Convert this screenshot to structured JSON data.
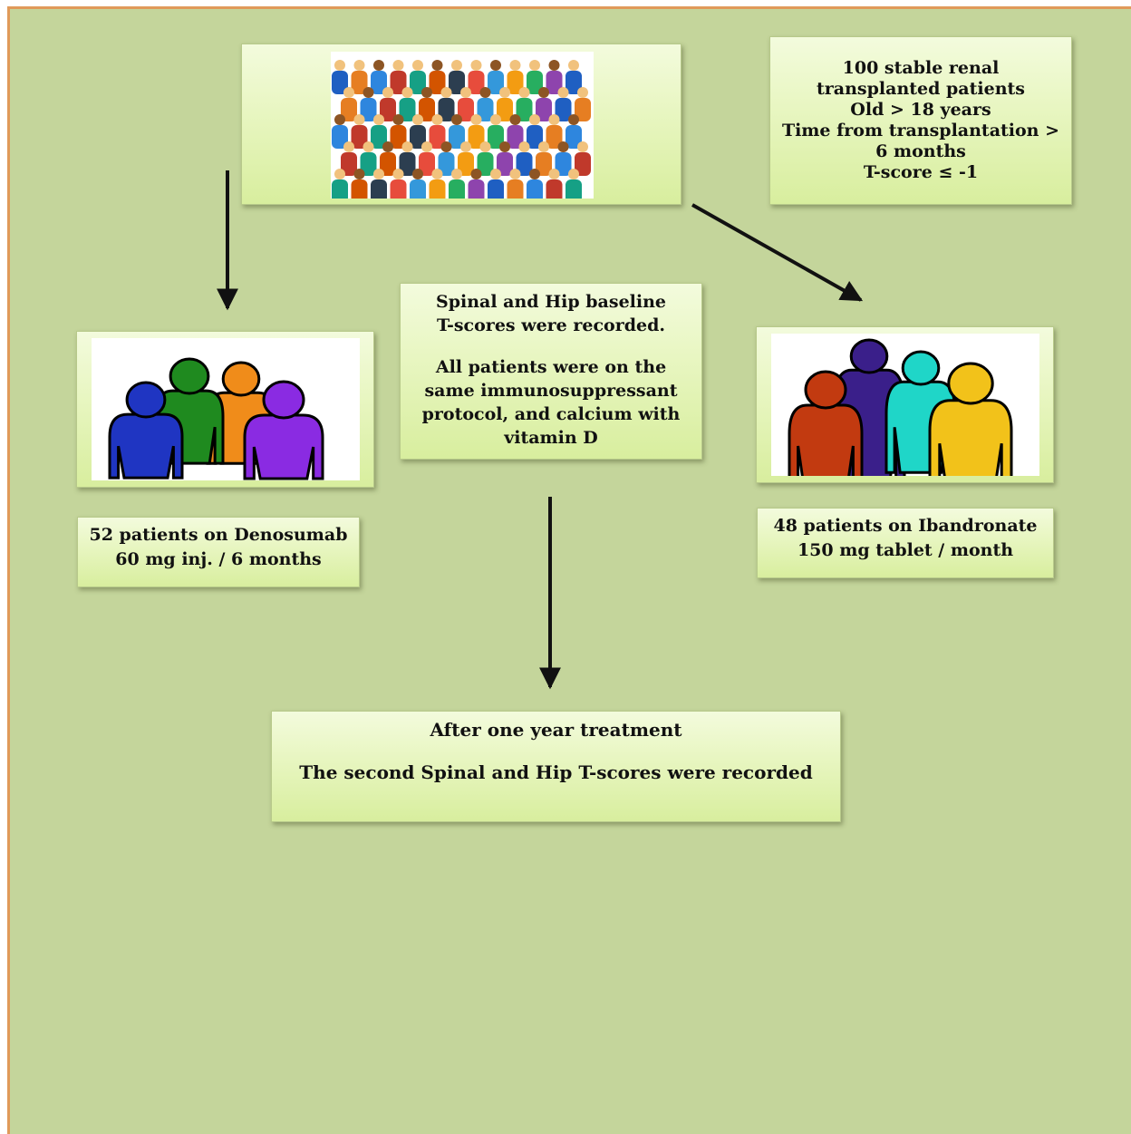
{
  "criteria_box": {
    "lines": [
      "100 stable renal",
      "transplanted patients",
      "Old > 18 years",
      "Time from transplantation >",
      "6 months",
      "T-score ≤ -1"
    ]
  },
  "baseline_box": {
    "line1": "Spinal and Hip baseline",
    "line2": "T-scores were recorded.",
    "para2_lines": [
      "All patients were on the",
      "same immunosuppressant",
      "protocol, and calcium with",
      "vitamin D"
    ]
  },
  "denosumab_box": {
    "line1": "52 patients on Denosumab",
    "line2": "60 mg inj. / 6 months"
  },
  "ibandronate_box": {
    "line1": "48 patients on Ibandronate",
    "line2": "150 mg tablet / month"
  },
  "outcome_box": {
    "line1": "After one year treatment",
    "line2": "The second Spinal and Hip T-scores were recorded"
  },
  "colors": {
    "background": "#c4d59b",
    "border_accent": "#e09a5a",
    "box_fill": "#eaf7c6",
    "arrow": "#111111",
    "group_left": [
      "#1f35c2",
      "#1f8a1f",
      "#f08c1a",
      "#8a2be2"
    ],
    "group_right": [
      "#c23a10",
      "#3a1f8a",
      "#1fd6c8",
      "#f2c21a"
    ]
  }
}
